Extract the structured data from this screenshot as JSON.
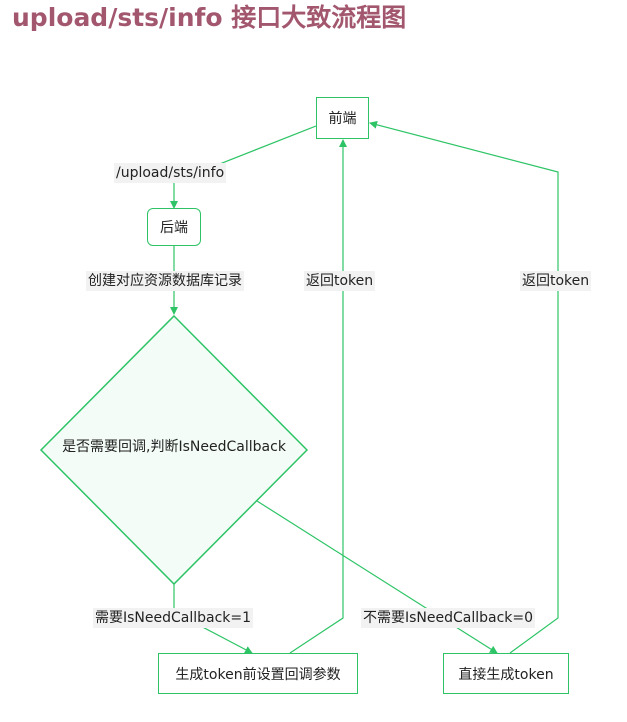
{
  "page": {
    "title": "upload/sts/info 接口大致流程图"
  },
  "nodes": {
    "frontend": "前端",
    "backend": "后端",
    "decision": "是否需要回调,判断IsNeedCallback",
    "callback_token": "生成token前设置回调参数",
    "direct_token": "直接生成token"
  },
  "edges": {
    "request": "/upload/sts/info",
    "create_record": "创建对应资源数据库记录",
    "return_token_left": "返回token",
    "return_token_right": "返回token",
    "need_callback": "需要IsNeedCallback=1",
    "no_callback": "不需要IsNeedCallback=0"
  },
  "colors": {
    "title": "#a2576e",
    "line": "#2ec466",
    "decision_fill": "#f3fcf7",
    "label_bg": "#f2f2f2"
  }
}
